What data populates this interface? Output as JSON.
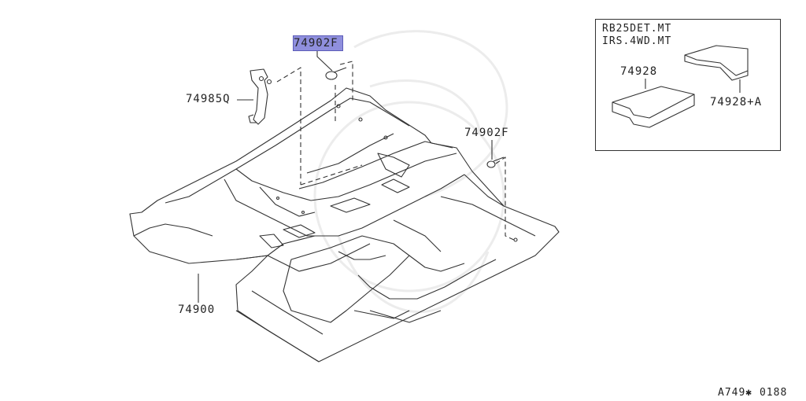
{
  "parts": {
    "clip_top": "74902F",
    "clip_right": "74902F",
    "bracket": "74985Q",
    "carpet": "74900",
    "mat_left": "74928",
    "mat_right": "74928+A"
  },
  "inset": {
    "note_line1": "RB25DET.MT",
    "note_line2": "IRS.4WD.MT"
  },
  "footer": {
    "drawing_code": "A749✱ 0188"
  },
  "colors": {
    "highlight": "#8f8fdd",
    "line": "#333333"
  }
}
